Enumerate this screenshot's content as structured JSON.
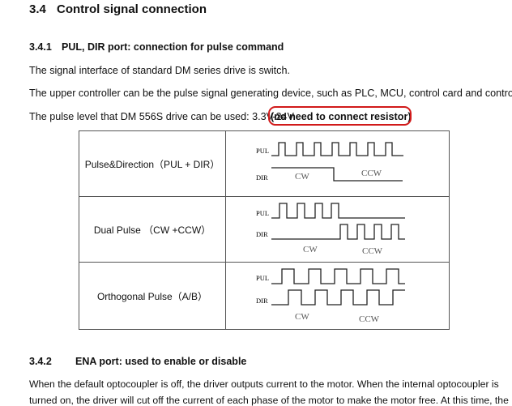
{
  "section": {
    "number": "3.4",
    "title": "Control signal connection"
  },
  "subsection_1": {
    "number": "3.4.1",
    "title": "PUL, DIR port: connection for pulse command"
  },
  "paragraphs": {
    "p1": "The signal interface of standard DM series drive is switch.",
    "p2": "The upper controller can be the pulse signal generating device, such as PLC, MCU, control card and controller.",
    "p3_main": "The pulse level that DM 556S drive can be used: 3.3V-24V",
    "p3_note": "(no need to connect resistor)"
  },
  "signal_table": {
    "rows": [
      {
        "label": "Pulse&Direction（PUL + DIR）",
        "sig1": "PUL",
        "sig2": "DIR",
        "cw": "CW",
        "ccw": "CCW"
      },
      {
        "label": "Dual Pulse （CW +CCW）",
        "sig1": "PUL",
        "sig2": "DIR",
        "cw": "CW",
        "ccw": "CCW"
      },
      {
        "label": "Orthogonal Pulse（A/B）",
        "sig1": "PUL",
        "sig2": "DIR",
        "cw": "CW",
        "ccw": "CCW"
      }
    ]
  },
  "subsection_2": {
    "number": "3.4.2",
    "title": "ENA port: used to enable or disable"
  },
  "paragraph_ena": {
    "line1": "When the default optocoupler is off, the driver outputs current to the motor. When the internal optocoupler is",
    "line2": "turned on, the driver will cut off the current of each phase of the motor to make the motor free. At this time, the"
  },
  "colors": {
    "highlight": "#d11a1a",
    "text": "#111111",
    "waveform": "#222222"
  }
}
